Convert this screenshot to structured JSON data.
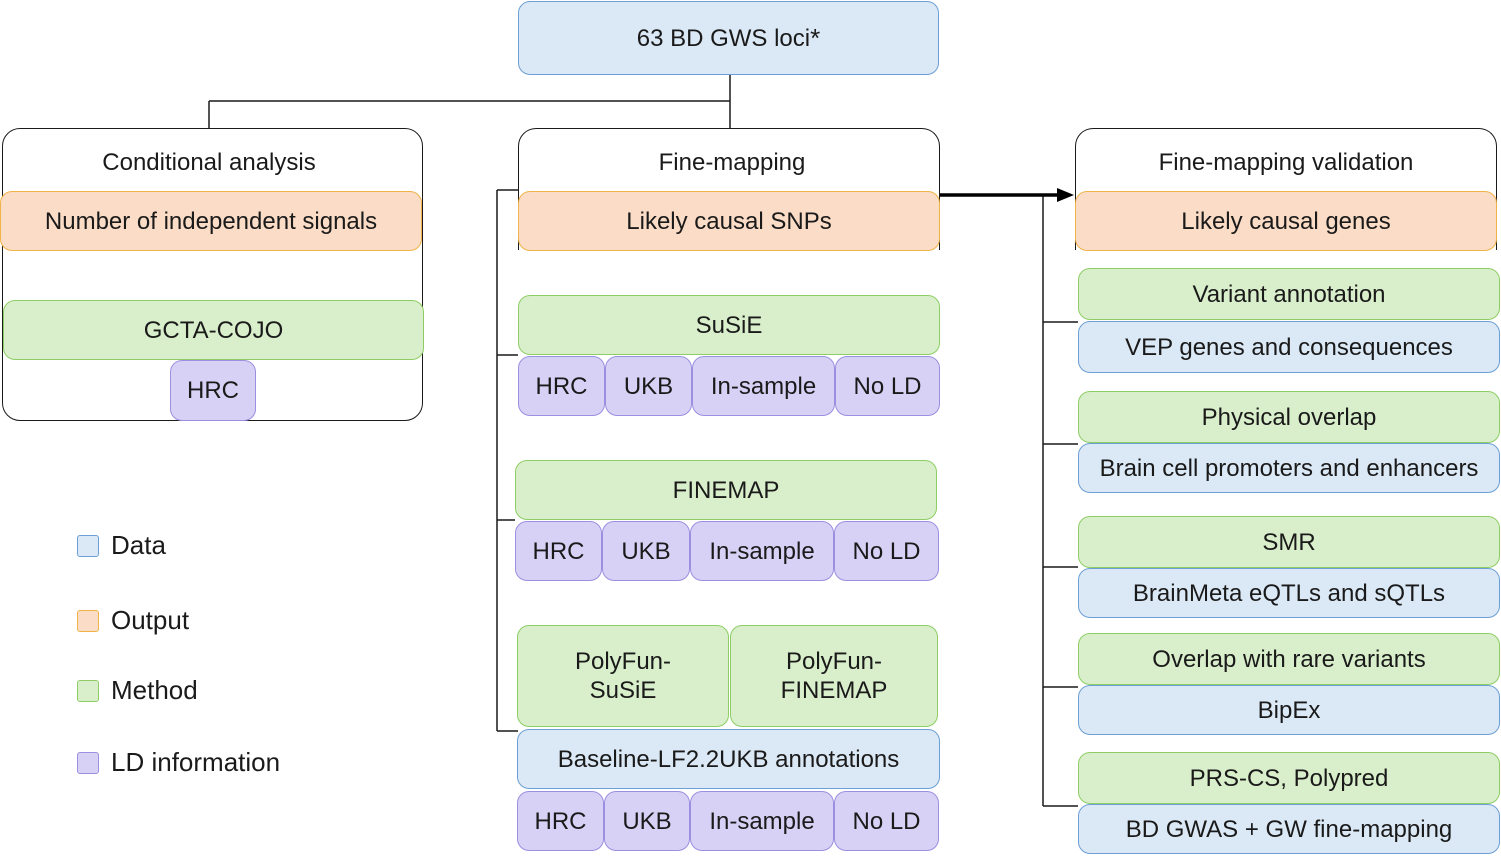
{
  "colors": {
    "data": "#dbe8f5",
    "output": "#fbdcc6",
    "method": "#d9efcb",
    "ld_information": "#d7d2f5"
  },
  "top": {
    "label": "63 BD GWS loci",
    "superscript": "*"
  },
  "conditional": {
    "title": "Conditional analysis",
    "output": "Number of independent signals",
    "method": "GCTA-COJO",
    "ld": "HRC"
  },
  "finemapping": {
    "title": "Fine-mapping",
    "output": "Likely causal SNPs",
    "susie": {
      "method": "SuSiE",
      "ld": [
        "HRC",
        "UKB",
        "In-sample",
        "No LD"
      ]
    },
    "finemap": {
      "method": "FINEMAP",
      "ld": [
        "HRC",
        "UKB",
        "In-sample",
        "No LD"
      ]
    },
    "polyfun": {
      "method_a": "PolyFun-\nSuSiE",
      "method_b": "PolyFun-\nFINEMAP",
      "data": "Baseline-LF2.2UKB annotations",
      "ld": [
        "HRC",
        "UKB",
        "In-sample",
        "No LD"
      ]
    }
  },
  "validation": {
    "title": "Fine-mapping validation",
    "output": "Likely causal genes",
    "items": [
      {
        "method": "Variant annotation",
        "data": "VEP genes and consequences"
      },
      {
        "method": "Physical overlap",
        "data": "Brain cell promoters and enhancers"
      },
      {
        "method": "SMR",
        "data": "BrainMeta eQTLs and sQTLs"
      },
      {
        "method": "Overlap with rare variants",
        "data": "BipEx"
      },
      {
        "method": "PRS-CS, Polypred",
        "data": "BD GWAS + GW fine-mapping"
      }
    ]
  },
  "legend": [
    {
      "key": "data",
      "label": "Data"
    },
    {
      "key": "output",
      "label": "Output"
    },
    {
      "key": "method",
      "label": "Method"
    },
    {
      "key": "ld",
      "label": "LD information"
    }
  ]
}
